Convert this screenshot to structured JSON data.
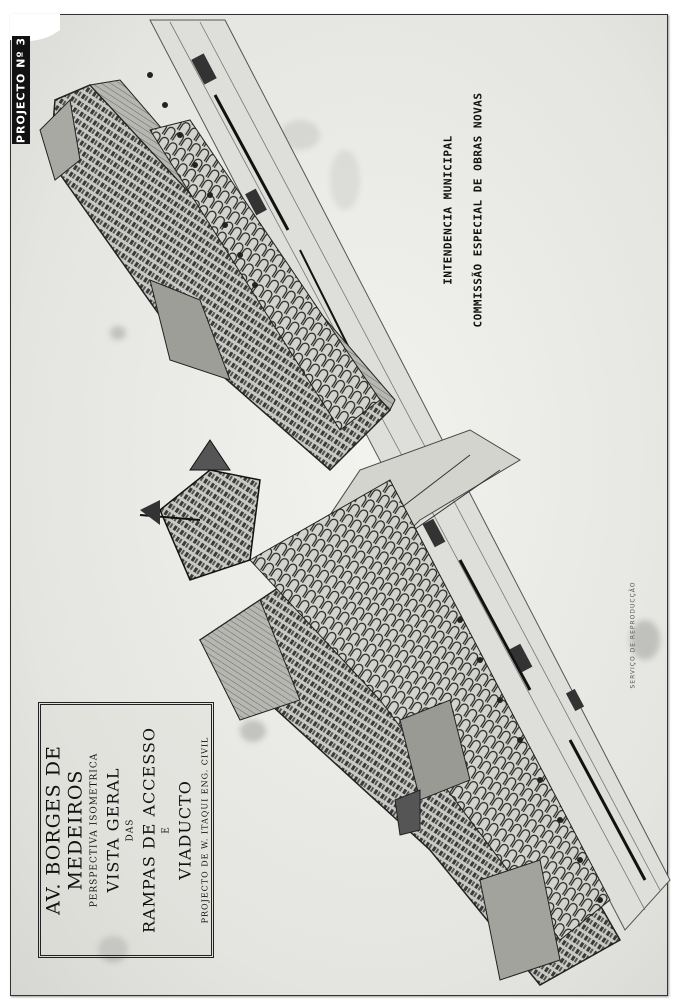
{
  "project_tag": "PROJECTO  Nº 3",
  "agency": {
    "line1": "INTENDENCIA MUNICIPAL",
    "line2": "COMMISSÃO ESPECIAL DE OBRAS NOVAS"
  },
  "title_block": {
    "main": "AV. BORGES DE MEDEIROS",
    "subtitle": "PERSPECTIVA ISOMETRICA",
    "line1": "VISTA GERAL",
    "line2": "DAS",
    "line3": "RAMPAS DE ACCESSO",
    "line4": "E",
    "line5": "VIADUCTO",
    "credit": "PROJECTO DE  W. ITAQUI  ENG. CIVIL"
  },
  "printer_credit": "SERVIÇO DE REPRODUCÇÃO",
  "colors": {
    "ink": "#111111",
    "paper": "#ecece8"
  }
}
